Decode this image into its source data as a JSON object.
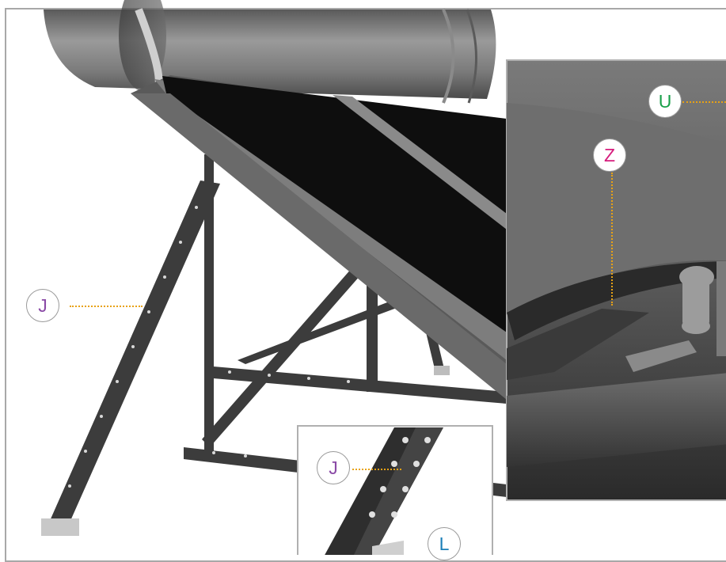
{
  "callouts": {
    "j_left": "J",
    "j_inset": "J",
    "l_inset": "L",
    "u_zoom": "U",
    "z_zoom": "Z"
  },
  "colors": {
    "leader": "#e8a215",
    "letter_j": "#8a4aa6",
    "letter_l": "#1a7fb7",
    "letter_u": "#1aa04a",
    "letter_z": "#d61d7d",
    "frame_gray": "#a8a8a8",
    "panel_black": "#101010",
    "steel_gray": "#4a4a4a"
  }
}
